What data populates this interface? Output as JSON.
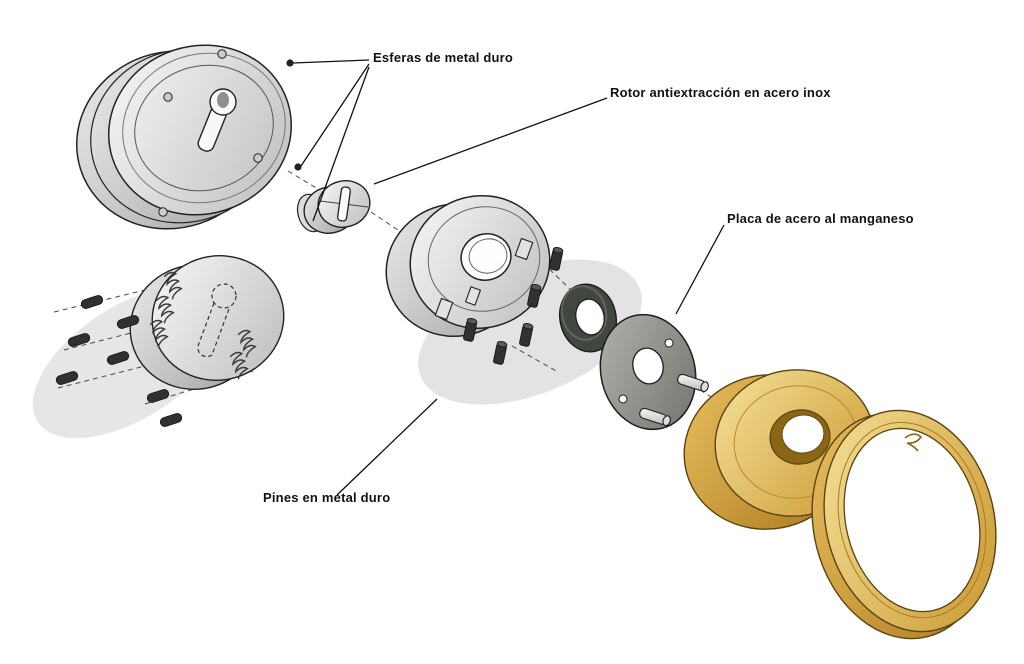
{
  "labels": {
    "esferas": "Esferas de metal duro",
    "rotor": "Rotor antiextracción en acero inox",
    "placa": "Placa de acero al manganeso",
    "pines": "Pines en metal duro"
  },
  "colors": {
    "steel_light": "#f6f6f6",
    "steel_dark": "#9c9c9c",
    "gold_light": "#f6e29a",
    "gold_dark": "#a9761c",
    "plate_gray": "#8f8f8b",
    "pin_dark": "#2e332e",
    "shadow": "#e6e6e6",
    "outline": "#1c1c1c"
  }
}
